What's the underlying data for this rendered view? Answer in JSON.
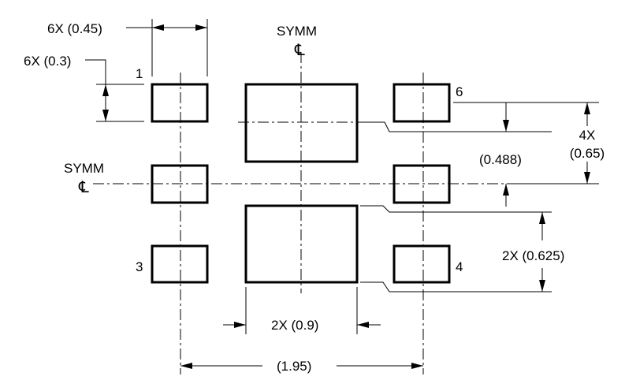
{
  "labels": {
    "pad_width": "6X (0.45)",
    "pad_height": "6X (0.3)",
    "symm_top": "SYMM",
    "symm_left": "SYMM",
    "centerline_symbol": "℄",
    "pin_1": "1",
    "pin_3": "3",
    "pin_4": "4",
    "pin_6": "6",
    "offset_488": "(0.488)",
    "pitch_4x_a": "4X",
    "pitch_4x_b": "(0.65)",
    "thermal_height": "2X (0.625)",
    "thermal_width": "2X (0.9)",
    "row_spacing": "(1.95)"
  }
}
